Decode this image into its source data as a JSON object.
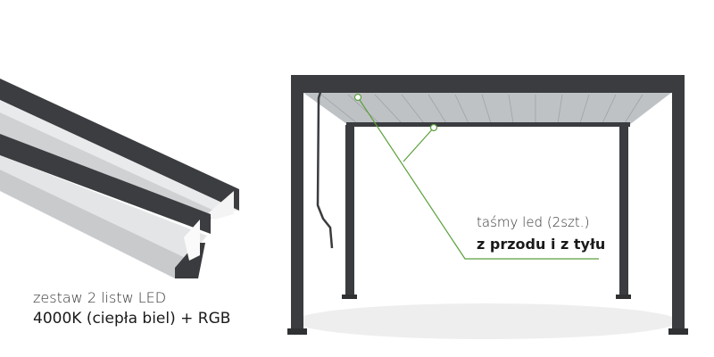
{
  "left_product": {
    "caption_line1": "zestaw 2 listw LED",
    "caption_line2": "4000K (ciepła biel) + RGB"
  },
  "right_product": {
    "annotation_line1": "taśmy led (2szt.)",
    "annotation_line2": "z przodu i z tyłu"
  },
  "colors": {
    "frame": "#3a3c3f",
    "roof": "#b9bcbf",
    "accent_line": "#5aa03c",
    "text": "#222222"
  }
}
